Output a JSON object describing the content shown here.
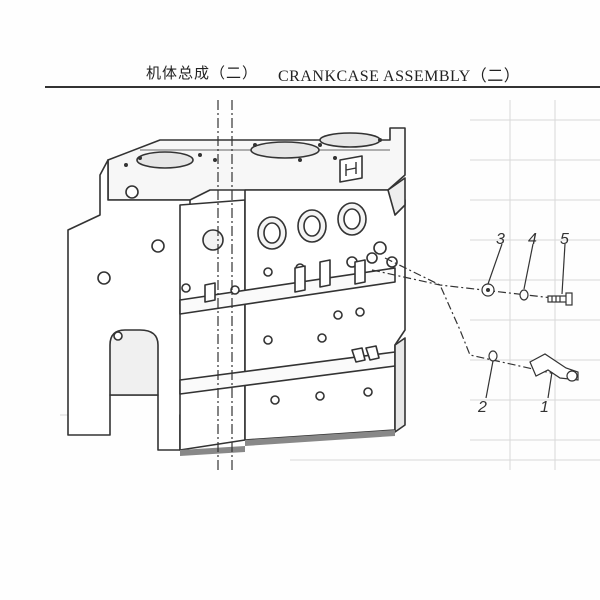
{
  "header": {
    "title_cn": "机体总成（二）",
    "title_en": "CRANKCASE ASSEMBLY（二）"
  },
  "callouts": [
    {
      "id": "1",
      "label": "1"
    },
    {
      "id": "2",
      "label": "2"
    },
    {
      "id": "3",
      "label": "3"
    },
    {
      "id": "4",
      "label": "4"
    },
    {
      "id": "5",
      "label": "5"
    }
  ],
  "colors": {
    "line": "#333333",
    "faint": "#cfcfcf",
    "shade": "#555555"
  }
}
